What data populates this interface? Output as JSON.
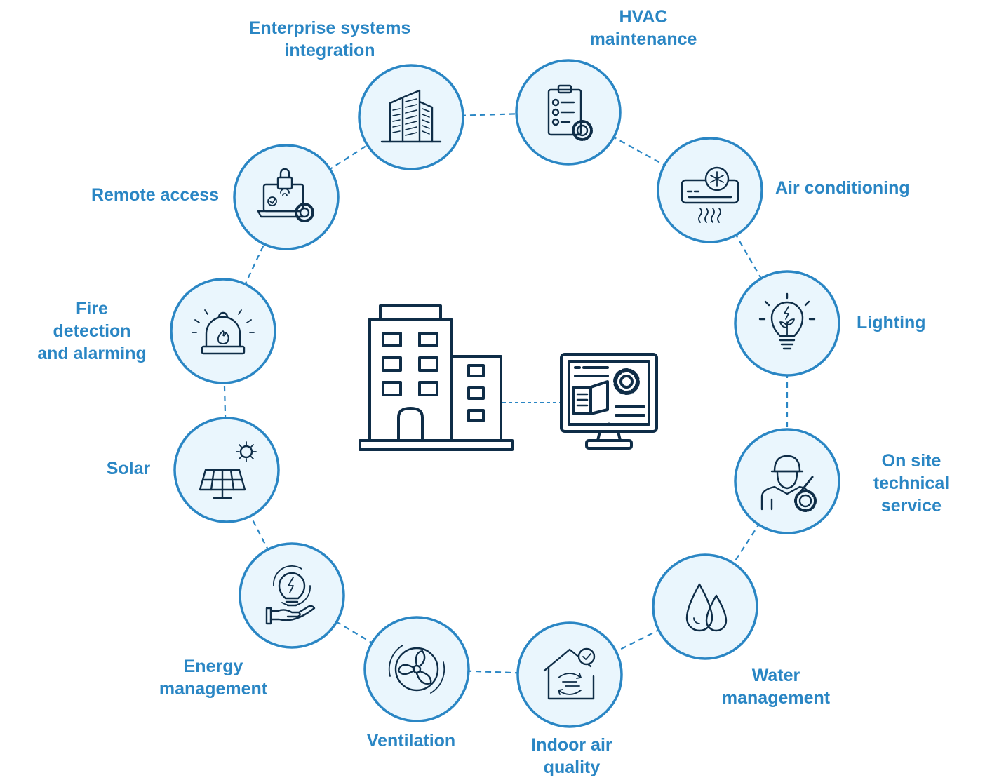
{
  "colors": {
    "accent": "#2a86c4",
    "ring": "#2a86c4",
    "circle_fill": "#eaf6fd",
    "icon_stroke": "#0f2d47"
  },
  "center": {
    "building_icon": "office-building-icon",
    "monitor_icon": "monitor-settings-icon"
  },
  "services": [
    {
      "id": "enterprise",
      "icon": "office-buildings-icon",
      "label_lines": [
        "Enterprise systems",
        "integration"
      ]
    },
    {
      "id": "hvac",
      "icon": "clipboard-gear-icon",
      "label_lines": [
        "HVAC",
        "maintenance"
      ]
    },
    {
      "id": "air",
      "icon": "air-conditioner-icon",
      "label_lines": [
        "Air conditioning"
      ]
    },
    {
      "id": "lighting",
      "icon": "lightbulb-icon",
      "label_lines": [
        "Lighting"
      ]
    },
    {
      "id": "onsite",
      "icon": "technician-icon",
      "label_lines": [
        "On site",
        "technical",
        "service"
      ]
    },
    {
      "id": "water",
      "icon": "water-drops-icon",
      "label_lines": [
        "Water",
        "management"
      ]
    },
    {
      "id": "iaq",
      "icon": "house-airflow-icon",
      "label_lines": [
        "Indoor air",
        "quality"
      ]
    },
    {
      "id": "ventilation",
      "icon": "fan-icon",
      "label_lines": [
        "Ventilation"
      ]
    },
    {
      "id": "energy",
      "icon": "energy-hand-icon",
      "label_lines": [
        "Energy",
        "management"
      ]
    },
    {
      "id": "solar",
      "icon": "solar-panel-icon",
      "label_lines": [
        "Solar"
      ]
    },
    {
      "id": "fire",
      "icon": "alarm-bell-icon",
      "label_lines": [
        "Fire",
        "detection",
        "and alarming"
      ]
    },
    {
      "id": "remote",
      "icon": "laptop-lock-icon",
      "label_lines": [
        "Remote access"
      ]
    }
  ]
}
